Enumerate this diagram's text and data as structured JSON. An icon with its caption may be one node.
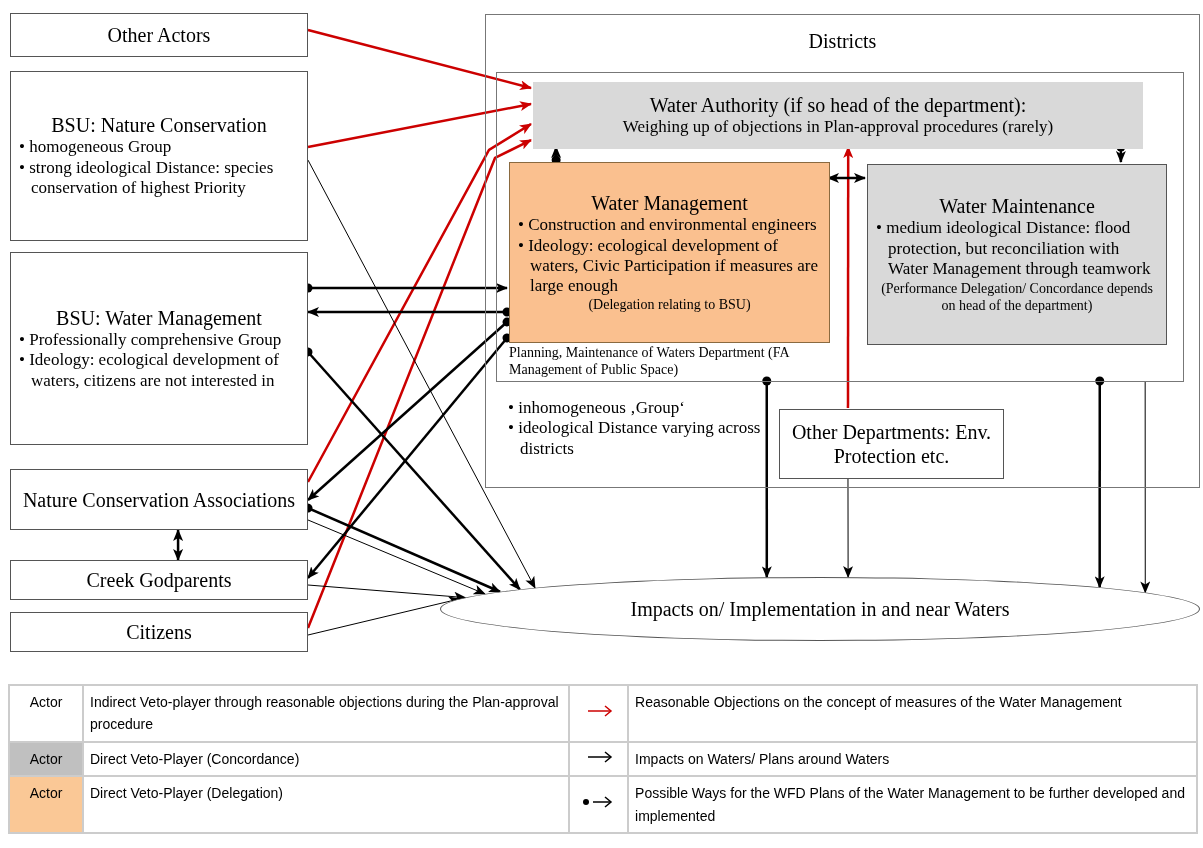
{
  "diagram": {
    "nodes": [
      {
        "text": [
          "Other Actors"
        ]
      },
      {
        "text": [
          "BSU: Nature Conservation",
          "• homogeneous Group",
          "• strong ideological Distance: species conservation of highest Priority"
        ]
      },
      {
        "text": [
          "BSU: Water Management",
          "• Professionally comprehensive Group",
          "• Ideology: ecological development of waters, citizens are not interested in"
        ]
      },
      {
        "text": [
          "Nature Conservation Associations"
        ]
      },
      {
        "text": [
          "Creek Godparents"
        ]
      },
      {
        "text": [
          "Citizens"
        ]
      },
      {
        "text": [
          "Districts",
          "• inhomogeneous ‚Group‘",
          "• ideological Distance varying across districts"
        ]
      },
      {
        "text": [
          "Planning, Maintenance of Waters Department (FA Management of Public Space)"
        ],
        "in": 6
      },
      {
        "text": [
          "Water Authority (if so head of the department):",
          "Weighing up of objections in Plan-approval procedures (rarely)"
        ],
        "in": 7
      },
      {
        "text": [
          "Water Management",
          "• Construction and environmental engineers",
          "• Ideology: ecological development of waters, Civic Participation if measures are large enough",
          "(Delegation relating to BSU)"
        ],
        "in": 7
      },
      {
        "text": [
          "Water Maintenance",
          "• medium ideological Distance: flood protection, but reconciliation with Water Management through teamwork",
          "(Performance Delegation/ Concordance depends on head of the department)"
        ],
        "in": 7
      },
      {
        "text": [
          "Other Departments: Env. Protection etc."
        ],
        "in": 6
      },
      {
        "text": [
          "Impacts on/ Implementation in and near Waters"
        ]
      }
    ],
    "edges": [
      {
        "from": 0,
        "to": 8,
        "arrow": "to",
        "color": "#cc0000"
      },
      {
        "from": 1,
        "to": 8,
        "arrow": "to",
        "color": "#cc0000"
      },
      {
        "from": 3,
        "to": 8,
        "arrow": "to",
        "color": "#cc0000"
      },
      {
        "from": 5,
        "to": 8,
        "arrow": "to",
        "color": "#cc0000"
      },
      {
        "from": 11,
        "to": 8,
        "arrow": "to",
        "color": "#cc0000"
      },
      {
        "from": 9,
        "to": 8,
        "arrow": "to"
      },
      {
        "from": 8,
        "to": 10,
        "arrow": "to"
      },
      {
        "from": 9,
        "to": 10,
        "arrow": "both"
      },
      {
        "from": 2,
        "to": 9,
        "arrow": "to"
      },
      {
        "from": 9,
        "to": 2,
        "arrow": "to"
      },
      {
        "from": 9,
        "to": 3,
        "arrow": "to"
      },
      {
        "from": 9,
        "to": 4,
        "arrow": "to"
      },
      {
        "from": 3,
        "to": 4,
        "arrow": "both"
      },
      {
        "from": 1,
        "to": 12,
        "arrow": "to"
      },
      {
        "from": 2,
        "to": 12,
        "arrow": "to"
      },
      {
        "from": 3,
        "to": 12,
        "arrow": "to"
      },
      {
        "from": 3,
        "to": 12,
        "arrow": "to"
      },
      {
        "from": 4,
        "to": 12,
        "arrow": "to"
      },
      {
        "from": 5,
        "to": 12,
        "arrow": "to"
      },
      {
        "from": 7,
        "to": 12,
        "arrow": "to"
      },
      {
        "from": 11,
        "to": 12,
        "arrow": "to"
      },
      {
        "from": 7,
        "to": 12,
        "arrow": "to"
      },
      {
        "from": 7,
        "to": 12,
        "arrow": "to"
      }
    ],
    "labels": [
      "Actor",
      "Actor",
      "Actor"
    ],
    "legend": [
      {
        "text": "Indirect Veto-player through reasonable objections during the Plan-approval procedure",
        "color": "#ffffff"
      },
      {
        "text": "Direct Veto-Player (Concordance)",
        "color": "#c0c0c0"
      },
      {
        "text": "Direct Veto-Player (Delegation)",
        "color": "#fac896"
      },
      {
        "text": "Reasonable Objections on the concept of measures of the Water Management"
      },
      {
        "text": "Impacts on Waters/ Plans around Waters"
      },
      {
        "text": "Possible Ways for the WFD Plans of the Water Management to be further developed and implemented"
      }
    ]
  }
}
